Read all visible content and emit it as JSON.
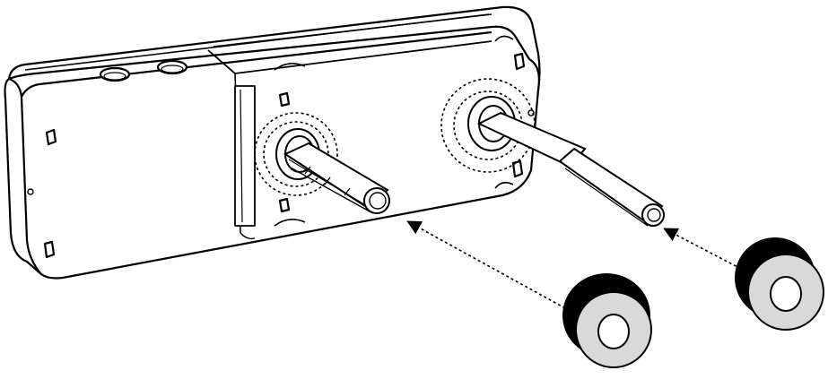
{
  "diagram": {
    "kind": "exploded-assembly-illustration",
    "parts": [
      {
        "id": "housing",
        "icon": "rectangular-housing-icon"
      },
      {
        "id": "shaft-left",
        "icon": "shaft-icon"
      },
      {
        "id": "shaft-right",
        "icon": "shaft-icon"
      },
      {
        "id": "grommet-left",
        "icon": "ring-grommet-icon"
      },
      {
        "id": "grommet-right",
        "icon": "ring-grommet-icon"
      }
    ],
    "arrows": [
      {
        "from": "grommet-left",
        "to": "shaft-left",
        "style": "dotted"
      },
      {
        "from": "grommet-right",
        "to": "shaft-right",
        "style": "dotted"
      }
    ],
    "colors": {
      "line": "#000000",
      "fill": "#ffffff",
      "grommet_face": "#d9d9d9",
      "grommet_rim": "#000000"
    }
  }
}
